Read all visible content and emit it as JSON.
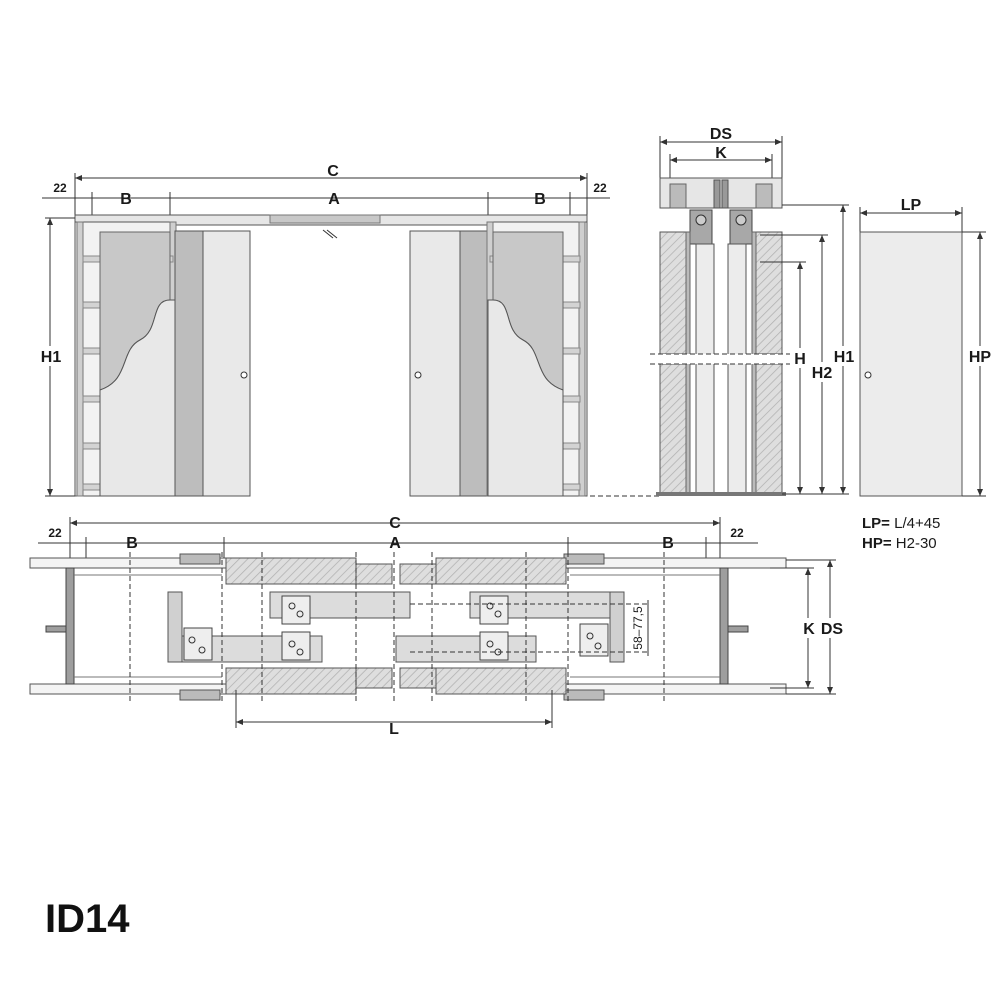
{
  "product_code": "ID14",
  "elevation": {
    "dim_c": "C",
    "dim_a": "A",
    "dim_b_left": "B",
    "dim_b_right": "B",
    "dim_22_left": "22",
    "dim_22_right": "22",
    "dim_h1": "H1"
  },
  "section": {
    "dim_ds": "DS",
    "dim_k": "K",
    "dim_h": "H",
    "dim_h2": "H2",
    "dim_h1": "H1"
  },
  "door_panel": {
    "dim_lp": "LP",
    "dim_hp": "HP"
  },
  "formulas": [
    {
      "label": "LP=",
      "value": " L/4+45"
    },
    {
      "label": "HP=",
      "value": " H2-30"
    }
  ],
  "plan": {
    "dim_c": "C",
    "dim_a": "A",
    "dim_b_left": "B",
    "dim_b_right": "B",
    "dim_22_left": "22",
    "dim_22_right": "22",
    "dim_k": "K",
    "dim_ds": "DS",
    "dim_l": "L",
    "dim_range": "58–77,5"
  },
  "colors": {
    "panel": "#d9d9d9",
    "panel_dark": "#b3b3b3",
    "metal": "#9e9e9e",
    "hatch": "#c8c8c8",
    "line": "#333333"
  }
}
